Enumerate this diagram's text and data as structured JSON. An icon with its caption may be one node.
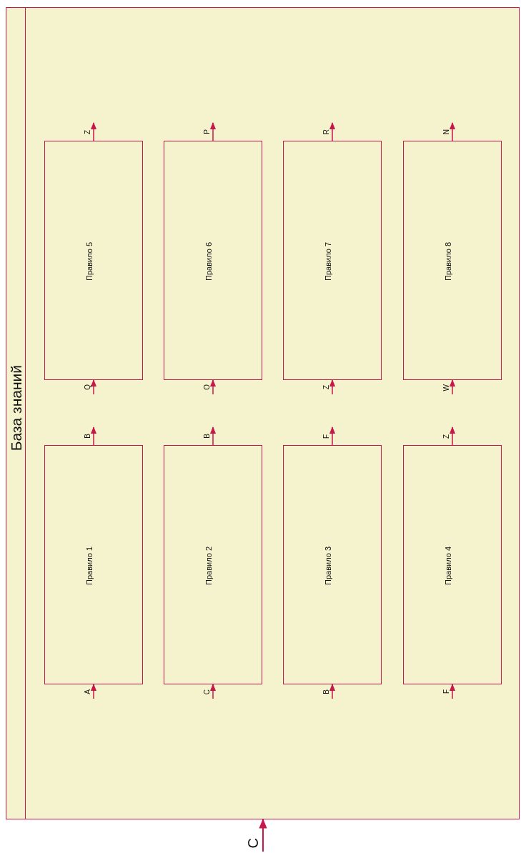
{
  "diagram": {
    "nodes": [
      {
        "text": [
          "База знаний"
        ]
      },
      {
        "text": [
          "Правило 1"
        ],
        "in": 0
      },
      {
        "text": [
          "Правило 2"
        ],
        "in": 0
      },
      {
        "text": [
          "Правило 3"
        ],
        "in": 0
      },
      {
        "text": [
          "Правило 4"
        ],
        "in": 0
      },
      {
        "text": [
          "Правило 5"
        ],
        "in": 0
      },
      {
        "text": [
          "Правило 6"
        ],
        "in": 0
      },
      {
        "text": [
          "Правило 7"
        ],
        "in": 0
      },
      {
        "text": [
          "Правило 8"
        ],
        "in": 0
      }
    ],
    "edges": [
      {
        "from": null,
        "to": 0,
        "arrow": "to",
        "label": "C"
      },
      {
        "from": null,
        "to": 1,
        "arrow": "to",
        "label": "A"
      },
      {
        "from": 1,
        "to": null,
        "arrow": "to",
        "label": "B"
      },
      {
        "from": null,
        "to": 2,
        "arrow": "to",
        "label": "C"
      },
      {
        "from": 2,
        "to": null,
        "arrow": "to",
        "label": "B"
      },
      {
        "from": null,
        "to": 3,
        "arrow": "to",
        "label": "B"
      },
      {
        "from": 3,
        "to": null,
        "arrow": "to",
        "label": "F"
      },
      {
        "from": null,
        "to": 4,
        "arrow": "to",
        "label": "F"
      },
      {
        "from": 4,
        "to": null,
        "arrow": "to",
        "label": "Z"
      },
      {
        "from": null,
        "to": 5,
        "arrow": "to",
        "label": "Q"
      },
      {
        "from": 5,
        "to": null,
        "arrow": "to",
        "label": "Z"
      },
      {
        "from": null,
        "to": 6,
        "arrow": "to",
        "label": "O"
      },
      {
        "from": 6,
        "to": null,
        "arrow": "to",
        "label": "P"
      },
      {
        "from": null,
        "to": 7,
        "arrow": "to",
        "label": "Z"
      },
      {
        "from": 7,
        "to": null,
        "arrow": "to",
        "label": "R"
      },
      {
        "from": null,
        "to": 8,
        "arrow": "to",
        "label": "W"
      },
      {
        "from": 8,
        "to": null,
        "arrow": "to",
        "label": "N"
      }
    ]
  }
}
